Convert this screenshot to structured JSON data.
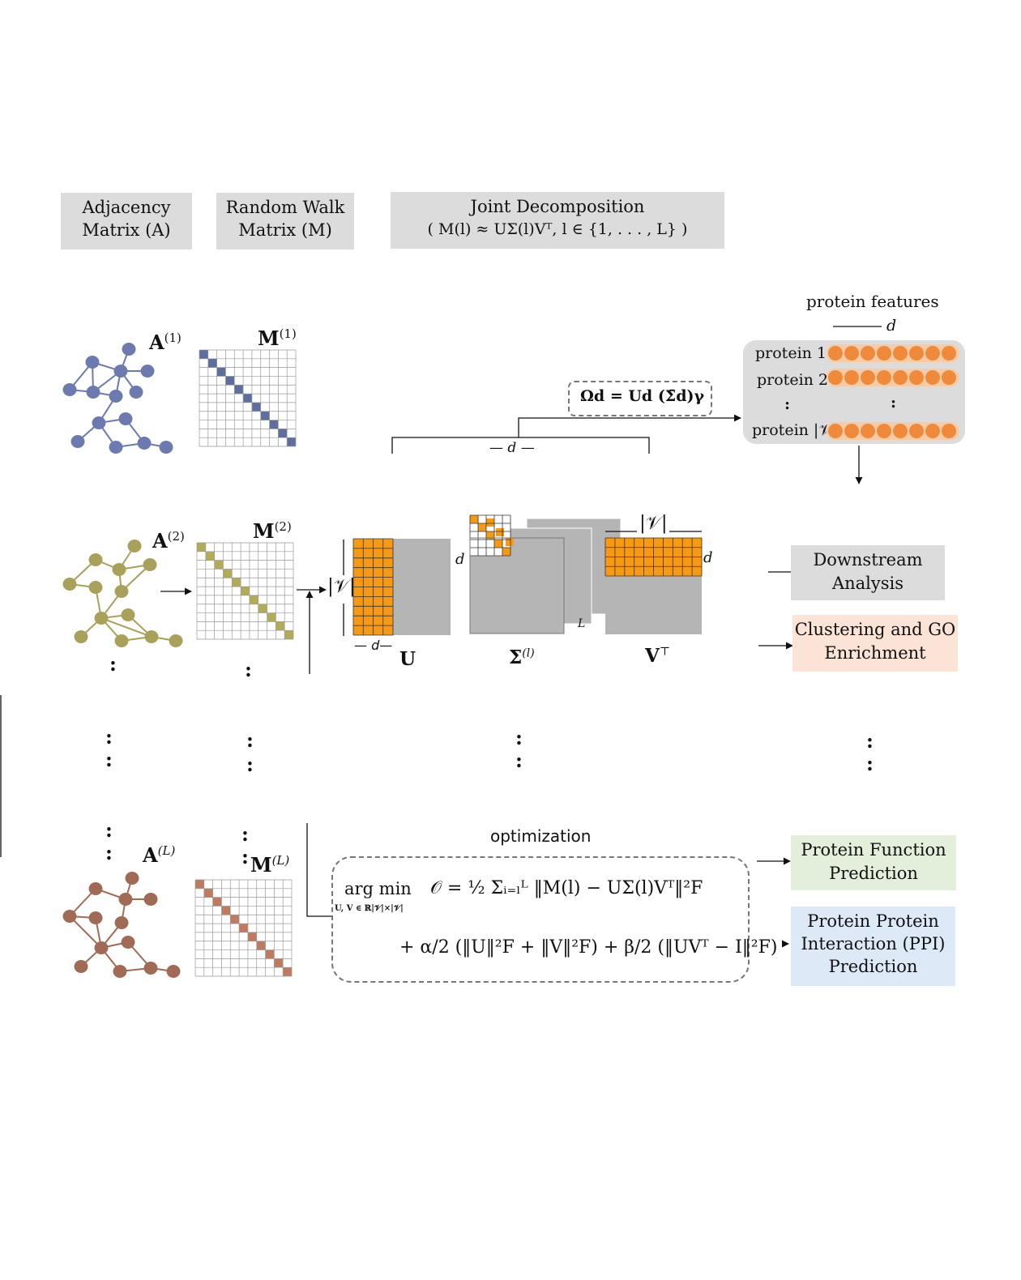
{
  "headers": {
    "adjacency": [
      "Adjacency",
      "Matrix (A)"
    ],
    "random_walk": [
      "Random Walk",
      "Matrix (M)"
    ],
    "joint": [
      "Joint Decomposition",
      "( M(l) ≈ UΣ(l)Vᵀ, l ∈ {1, . . . , L} )"
    ]
  },
  "layers": {
    "a1": "A",
    "a1_sup": "(1)",
    "m1": "M",
    "m1_sup": "(1)",
    "a2": "A",
    "a2_sup": "(2)",
    "m2": "M",
    "m2_sup": "(2)",
    "aL": "A",
    "aL_sup": "(L)",
    "mL": "M",
    "mL_sup": "(L)"
  },
  "decomposition": {
    "u_label": "U",
    "sigma_label": "Σ",
    "sigma_sup": "(l)",
    "vt_label": "V",
    "vt_sup": "⊤",
    "v_size": "|𝒱|",
    "d": "d",
    "d_dashed": "— d —",
    "d_short": "— d—",
    "L": "L",
    "omega": "Ωd = Ud (Σ̄d)γ"
  },
  "protein_features": {
    "title": "protein features",
    "d": "d",
    "rows": [
      "protein 1",
      "protein 2",
      ":",
      "protein |𝒱|"
    ],
    "colon": ":"
  },
  "outputs": {
    "downstream": [
      "Downstream",
      "Analysis"
    ],
    "clustering": [
      "Clustering and GO",
      "Enrichment"
    ],
    "function": [
      "Protein Function",
      "Prediction"
    ],
    "ppi": [
      "Protein Protein",
      "Interaction (PPI)",
      "Prediction"
    ]
  },
  "optimization": {
    "title": "optimization",
    "argmin": "arg min",
    "argmin_sub": "U, V ∈ ℝ|𝒱|×|𝒱|",
    "line1": "𝒪 = ½ Σᵢ₌ₗᴸ ‖M(l) − UΣ(l)Vᵀ‖²F",
    "line2": "+ α/2 (‖U‖²F + ‖V‖²F) + β/2 (‖UVᵀ − I‖²F)"
  },
  "colon": ":",
  "colors": {
    "layer1": "#6b7bb0",
    "layer2": "#a9a05a",
    "layer3": "#a06a55",
    "matrix1": "#5e6f9f",
    "matrix2": "#b3ab55",
    "matrix3": "#c07a5e",
    "orange": "#f79a12",
    "grey_block": "#b5b5b5",
    "header_bg": "#dcdcdc",
    "downstream_bg": "#dcdcdc",
    "clustering_bg": "#fbe4d6",
    "function_bg": "#e3efdb",
    "ppi_bg": "#dde9f6",
    "bead": "#ef8a3a"
  }
}
